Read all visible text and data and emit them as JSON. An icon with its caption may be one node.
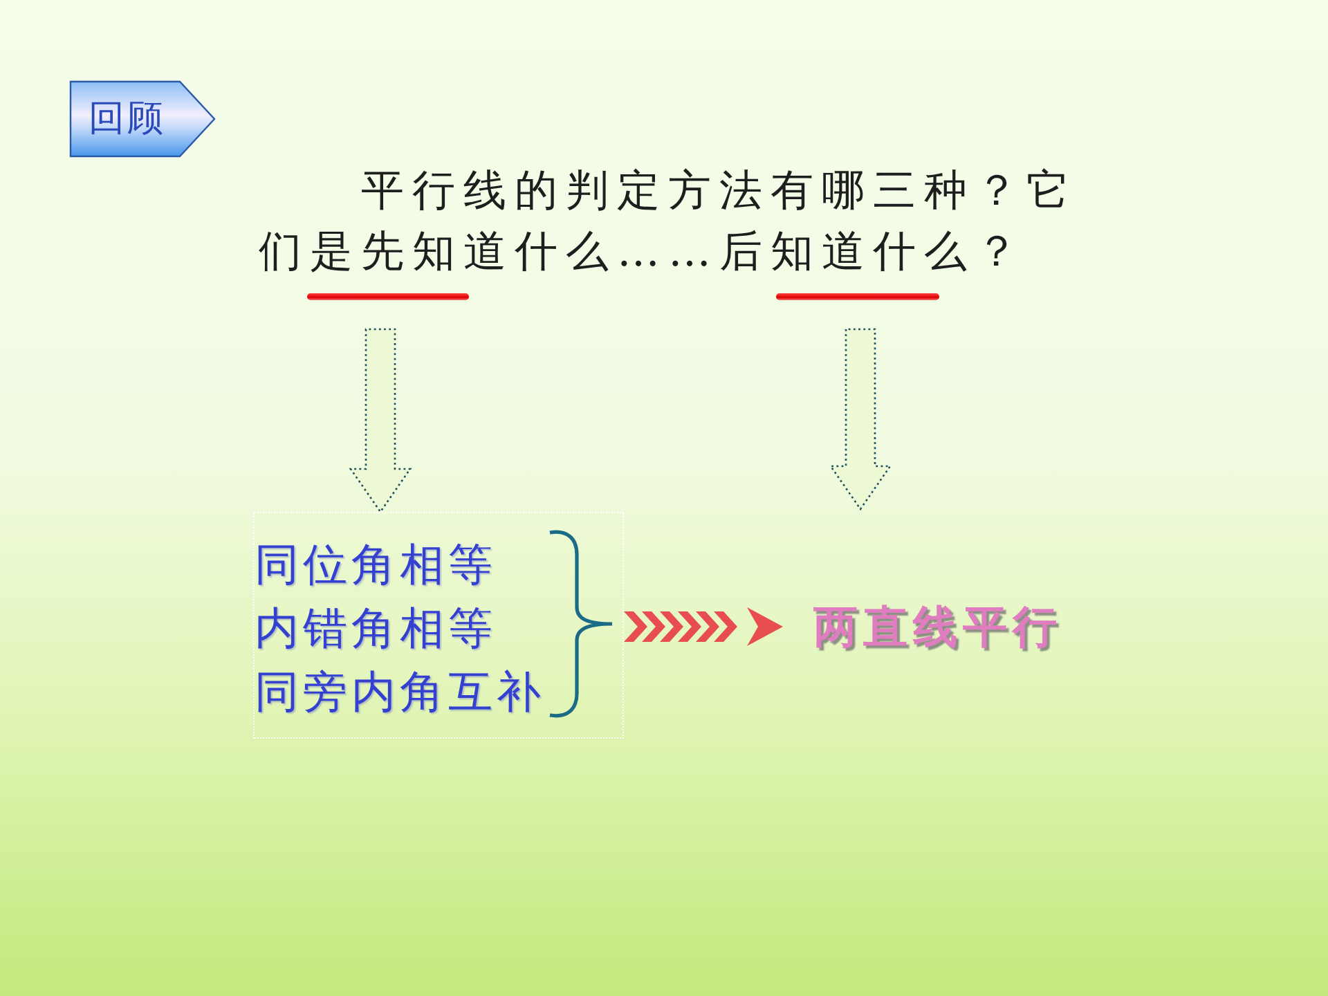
{
  "diagram": {
    "nodes": [
      {
        "text": [
          "回顾"
        ]
      },
      {
        "text": [
          "平行线的判定方法有哪三种？它们是先知道什么……后知道什么？"
        ]
      },
      {
        "text": [
          "同位角相等",
          "内错角相等",
          "同旁内角互补"
        ]
      },
      {
        "text": [
          "两直线平行"
        ]
      }
    ],
    "edges": [
      {
        "from": 1,
        "to": 2,
        "arrow": "to"
      },
      {
        "from": 1,
        "to": 3,
        "arrow": "to"
      },
      {
        "from": 2,
        "to": 3,
        "arrow": "to",
        "color": "#e8303c"
      }
    ]
  }
}
